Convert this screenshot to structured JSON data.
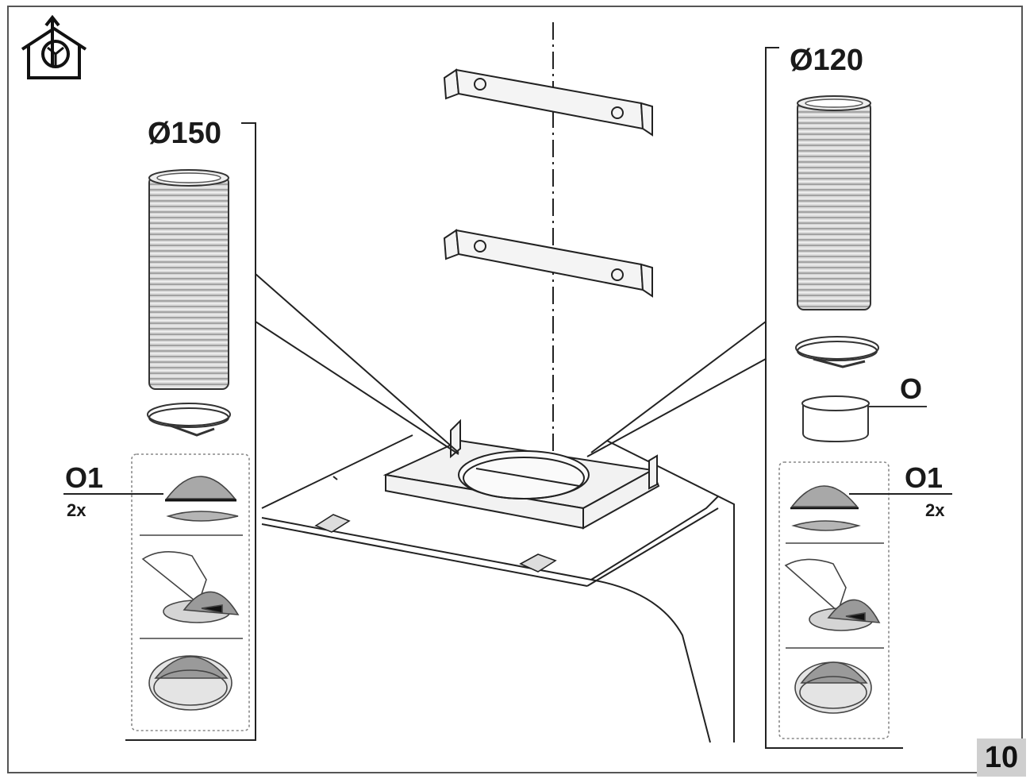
{
  "labels": {
    "diam_150": "Ø150",
    "diam_120": "Ø120",
    "part_o": "O",
    "part_o1_left": "O1",
    "qty_left": "2x",
    "part_o1_right": "O1",
    "qty_right": "2x"
  },
  "page_number": "10",
  "icons": {
    "mode": "ducted-exhaust-house-icon"
  }
}
